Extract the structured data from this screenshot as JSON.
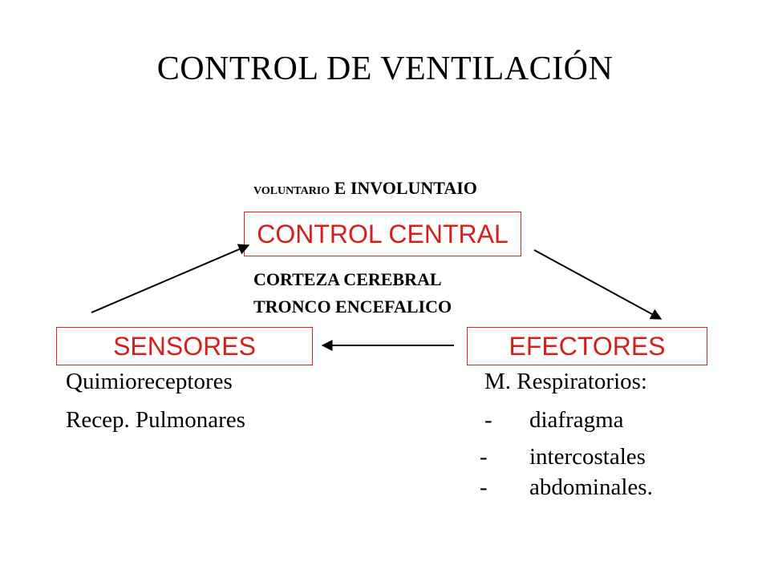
{
  "title": "CONTROL DE VENTILACIÓN",
  "voluntario": {
    "small": "VOLUNTARIO",
    "rest": " E INVOLUNTAIO"
  },
  "boxes": {
    "control_central": "CONTROL CENTRAL",
    "sensores": "SENSORES",
    "efectores": "EFECTORES"
  },
  "structures": [
    "CORTEZA CEREBRAL",
    "TRONCO ENCEFALICO"
  ],
  "sensores_items": [
    "Quimioreceptores",
    "Recep. Pulmonares"
  ],
  "efectores_heading": "M. Respiratorios:",
  "efectores_items": [
    {
      "bullet": "-",
      "text": "diafragma"
    },
    {
      "bullet": "-",
      "text": "intercostales"
    },
    {
      "bullet": "-",
      "text": "abdominales."
    }
  ],
  "colors": {
    "box_border": "#e0201b",
    "box_text": "#d41f1a",
    "arrow": "#000000"
  }
}
